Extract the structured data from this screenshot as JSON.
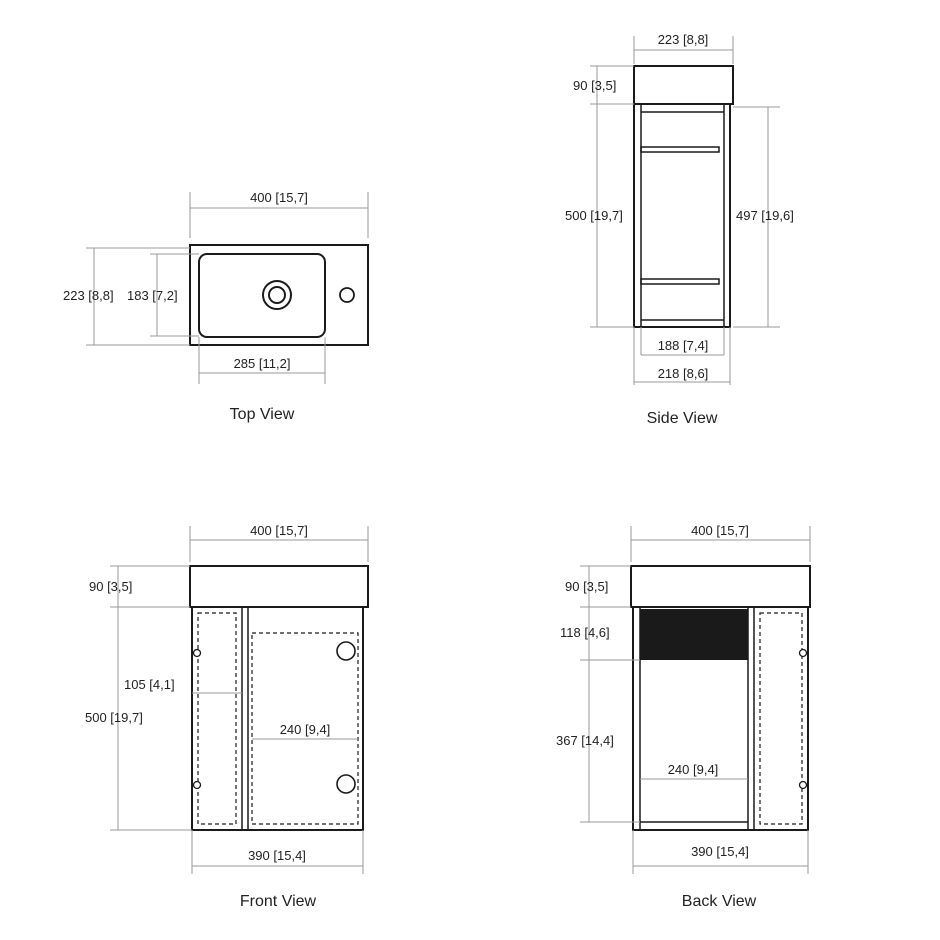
{
  "views": {
    "top": {
      "caption": "Top View",
      "dims": {
        "width": "400 [15,7]",
        "depth": "223 [8,8]",
        "basin_depth": "183 [7,2]",
        "basin_width": "285 [11,2]"
      }
    },
    "side": {
      "caption": "Side View",
      "dims": {
        "top_depth": "223 [8,8]",
        "top_height": "90 [3,5]",
        "height_left": "500 [19,7]",
        "height_right": "497 [19,6]",
        "inner_depth": "188 [7,4]",
        "outer_depth": "218 [8,6]"
      }
    },
    "front": {
      "caption": "Front View",
      "dims": {
        "width": "400 [15,7]",
        "top_height": "90 [3,5]",
        "height": "500 [19,7]",
        "left_section": "105 [4,1]",
        "door_width": "240 [9,4]",
        "base_width": "390 [15,4]"
      }
    },
    "back": {
      "caption": "Back View",
      "dims": {
        "width": "400 [15,7]",
        "top_height": "90 [3,5]",
        "panel_height": "118 [4,6]",
        "opening_height": "367 [14,4]",
        "opening_width": "240 [9,4]",
        "base_width": "390 [15,4]"
      }
    }
  }
}
